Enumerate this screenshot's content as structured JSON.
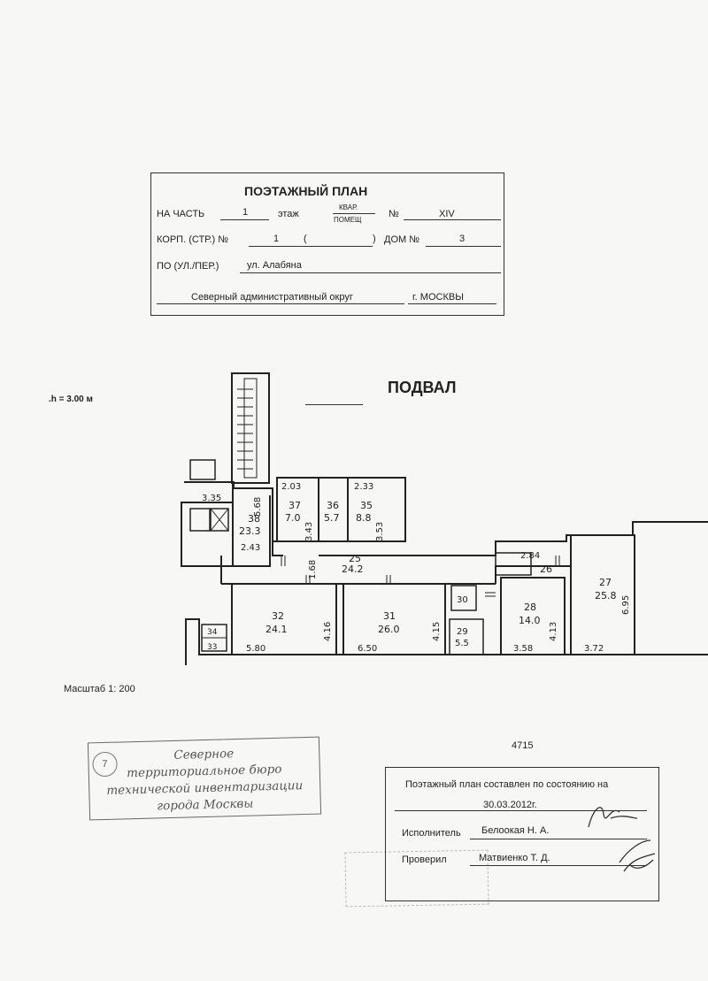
{
  "header": {
    "title": "ПОЭТАЖНЫЙ ПЛАН",
    "part_label": "НА ЧАСТЬ",
    "part_value": "1",
    "floor_label": "этаж",
    "kvar_label": "КВАР.",
    "pomesh_label": "ПОМЕЩ",
    "number_sign": "№",
    "number_value": "XIV",
    "korp_label": "КОРП. (СТР.) №",
    "korp_value": "1",
    "korp_paren_open": "(",
    "korp_paren_close": ")",
    "dom_label": "ДОМ №",
    "dom_value": "3",
    "street_label": "ПО (УЛ./ПЕР.)",
    "street_value": "ул. Алабяна",
    "district": "Северный административный округ",
    "city": "г. МОСКВЫ"
  },
  "plan": {
    "title": "ПОДВАЛ",
    "height_note": ".h = 3.00 м",
    "scale": "Масштаб 1: 200",
    "doc_number": "4715",
    "rooms": [
      {
        "id": "38",
        "area": "23.3"
      },
      {
        "id": "37",
        "area": "7.0"
      },
      {
        "id": "36",
        "area": "5.7"
      },
      {
        "id": "35",
        "area": "8.8"
      },
      {
        "id": "25",
        "area": "24.2"
      },
      {
        "id": "26",
        "area": ""
      },
      {
        "id": "27",
        "area": "25.8"
      },
      {
        "id": "32",
        "area": "24.1"
      },
      {
        "id": "31",
        "area": "26.0"
      },
      {
        "id": "30",
        "area": ""
      },
      {
        "id": "29",
        "area": "5.5"
      },
      {
        "id": "28",
        "area": "14.0"
      },
      {
        "id": "34",
        "area": ""
      },
      {
        "id": "33",
        "area": ""
      }
    ],
    "dims": {
      "d335": "3.35",
      "d568": "5.68",
      "d203": "2.03",
      "d233": "2.33",
      "d343": "3.43",
      "d243": "2.43",
      "d168": "1.68",
      "d284": "2.84",
      "d695": "6.95",
      "d353": "3.53",
      "d416": "4.16",
      "d415": "4.15",
      "d413": "4.13",
      "d580": "5.80",
      "d650": "6.50",
      "d358": "3.58",
      "d372": "3.72"
    }
  },
  "stamp": {
    "number": "7",
    "line1": "Северное",
    "line2": "территориальное бюро",
    "line3": "технической инвентаризации",
    "line4": "города Москвы"
  },
  "signoff": {
    "statement": "Поэтажный план составлен по состоянию на",
    "date": "30.03.2012г.",
    "executor_label": "Исполнитель",
    "executor_name": "Белоокая Н. А.",
    "checker_label": "Проверил",
    "checker_name": "Матвиенко Т. Д."
  }
}
